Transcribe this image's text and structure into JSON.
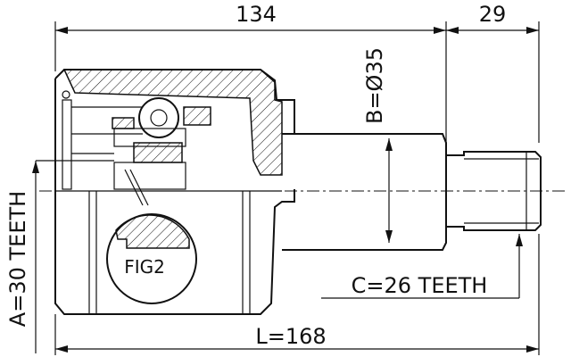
{
  "dimensions": {
    "top_left": "134",
    "top_right": "29",
    "bore": "B=Ø35",
    "length": "L=168",
    "teeth_outer": "A=30 TEETH",
    "teeth_shaft": "C=26 TEETH"
  },
  "figure_label": "FIG2"
}
